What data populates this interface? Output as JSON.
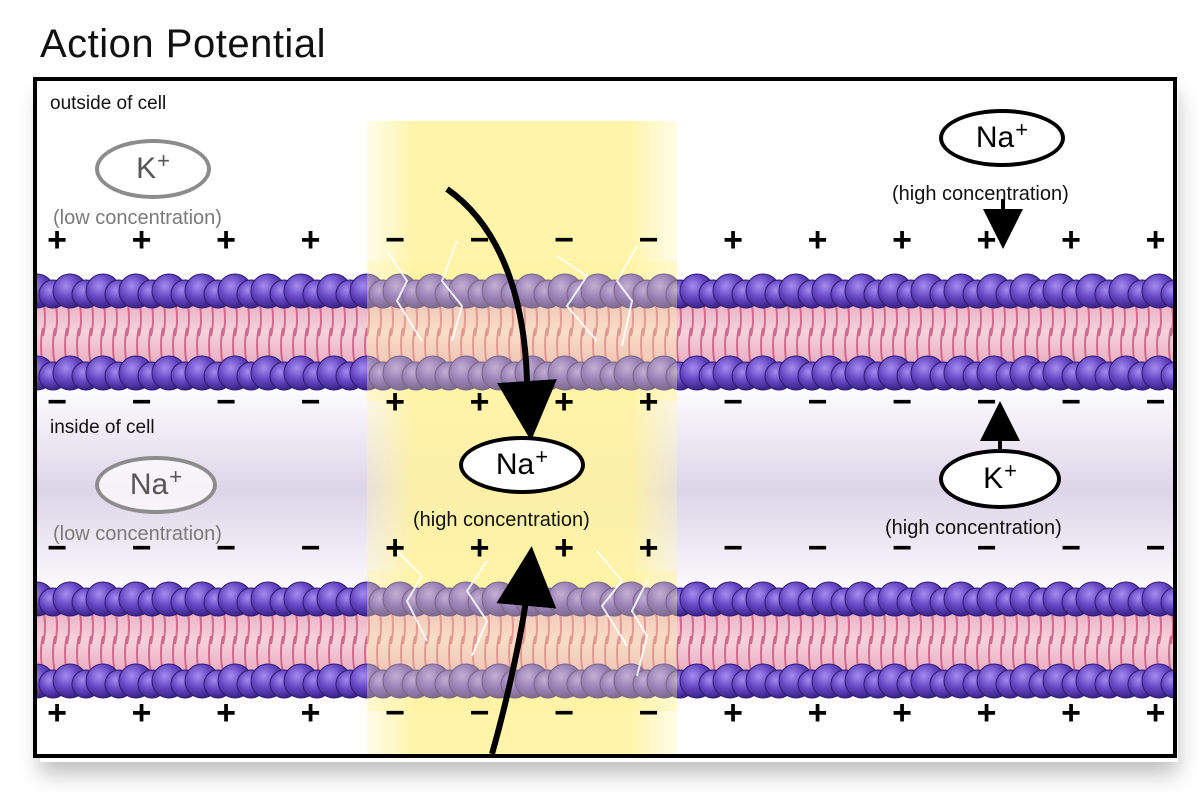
{
  "title": "Action Potential",
  "labels": {
    "outside": "outside of cell",
    "inside": "inside of cell"
  },
  "ions": {
    "k_outside": {
      "symbol": "K",
      "charge": "+",
      "concentration": "(low concentration)",
      "style": "dim"
    },
    "na_outside": {
      "symbol": "Na",
      "charge": "+",
      "concentration": "(high concentration)",
      "style": "dark"
    },
    "na_inside_left": {
      "symbol": "Na",
      "charge": "+",
      "concentration": "(low concentration)",
      "style": "dim"
    },
    "na_inside_center": {
      "symbol": "Na",
      "charge": "+",
      "concentration": "(high concentration)",
      "style": "dark"
    },
    "k_inside_right": {
      "symbol": "K",
      "charge": "+",
      "concentration": "(high concentration)",
      "style": "dark"
    }
  },
  "charges": {
    "plus": "+",
    "minus": "−",
    "row1": [
      "+",
      "+",
      "+",
      "+",
      "−",
      "−",
      "−",
      "−",
      "+",
      "+",
      "+",
      "+",
      "+",
      "+"
    ],
    "row2": [
      "−",
      "−",
      "−",
      "−",
      "+",
      "+",
      "+",
      "+",
      "−",
      "−",
      "−",
      "−",
      "−",
      "−"
    ],
    "row3": [
      "−",
      "−",
      "−",
      "−",
      "+",
      "+",
      "+",
      "+",
      "−",
      "−",
      "−",
      "−",
      "−",
      "−"
    ],
    "row4": [
      "+",
      "+",
      "+",
      "+",
      "−",
      "−",
      "−",
      "−",
      "+",
      "+",
      "+",
      "+",
      "+",
      "+"
    ]
  },
  "colors": {
    "head_group": "#5b3fb3",
    "head_highlight": "#9f86e8",
    "tail": "#d97a9a",
    "tail_bg": "#f4c7d3",
    "depolarized_zone": "#fff3a6",
    "inside_band": "#d8d0e6"
  }
}
